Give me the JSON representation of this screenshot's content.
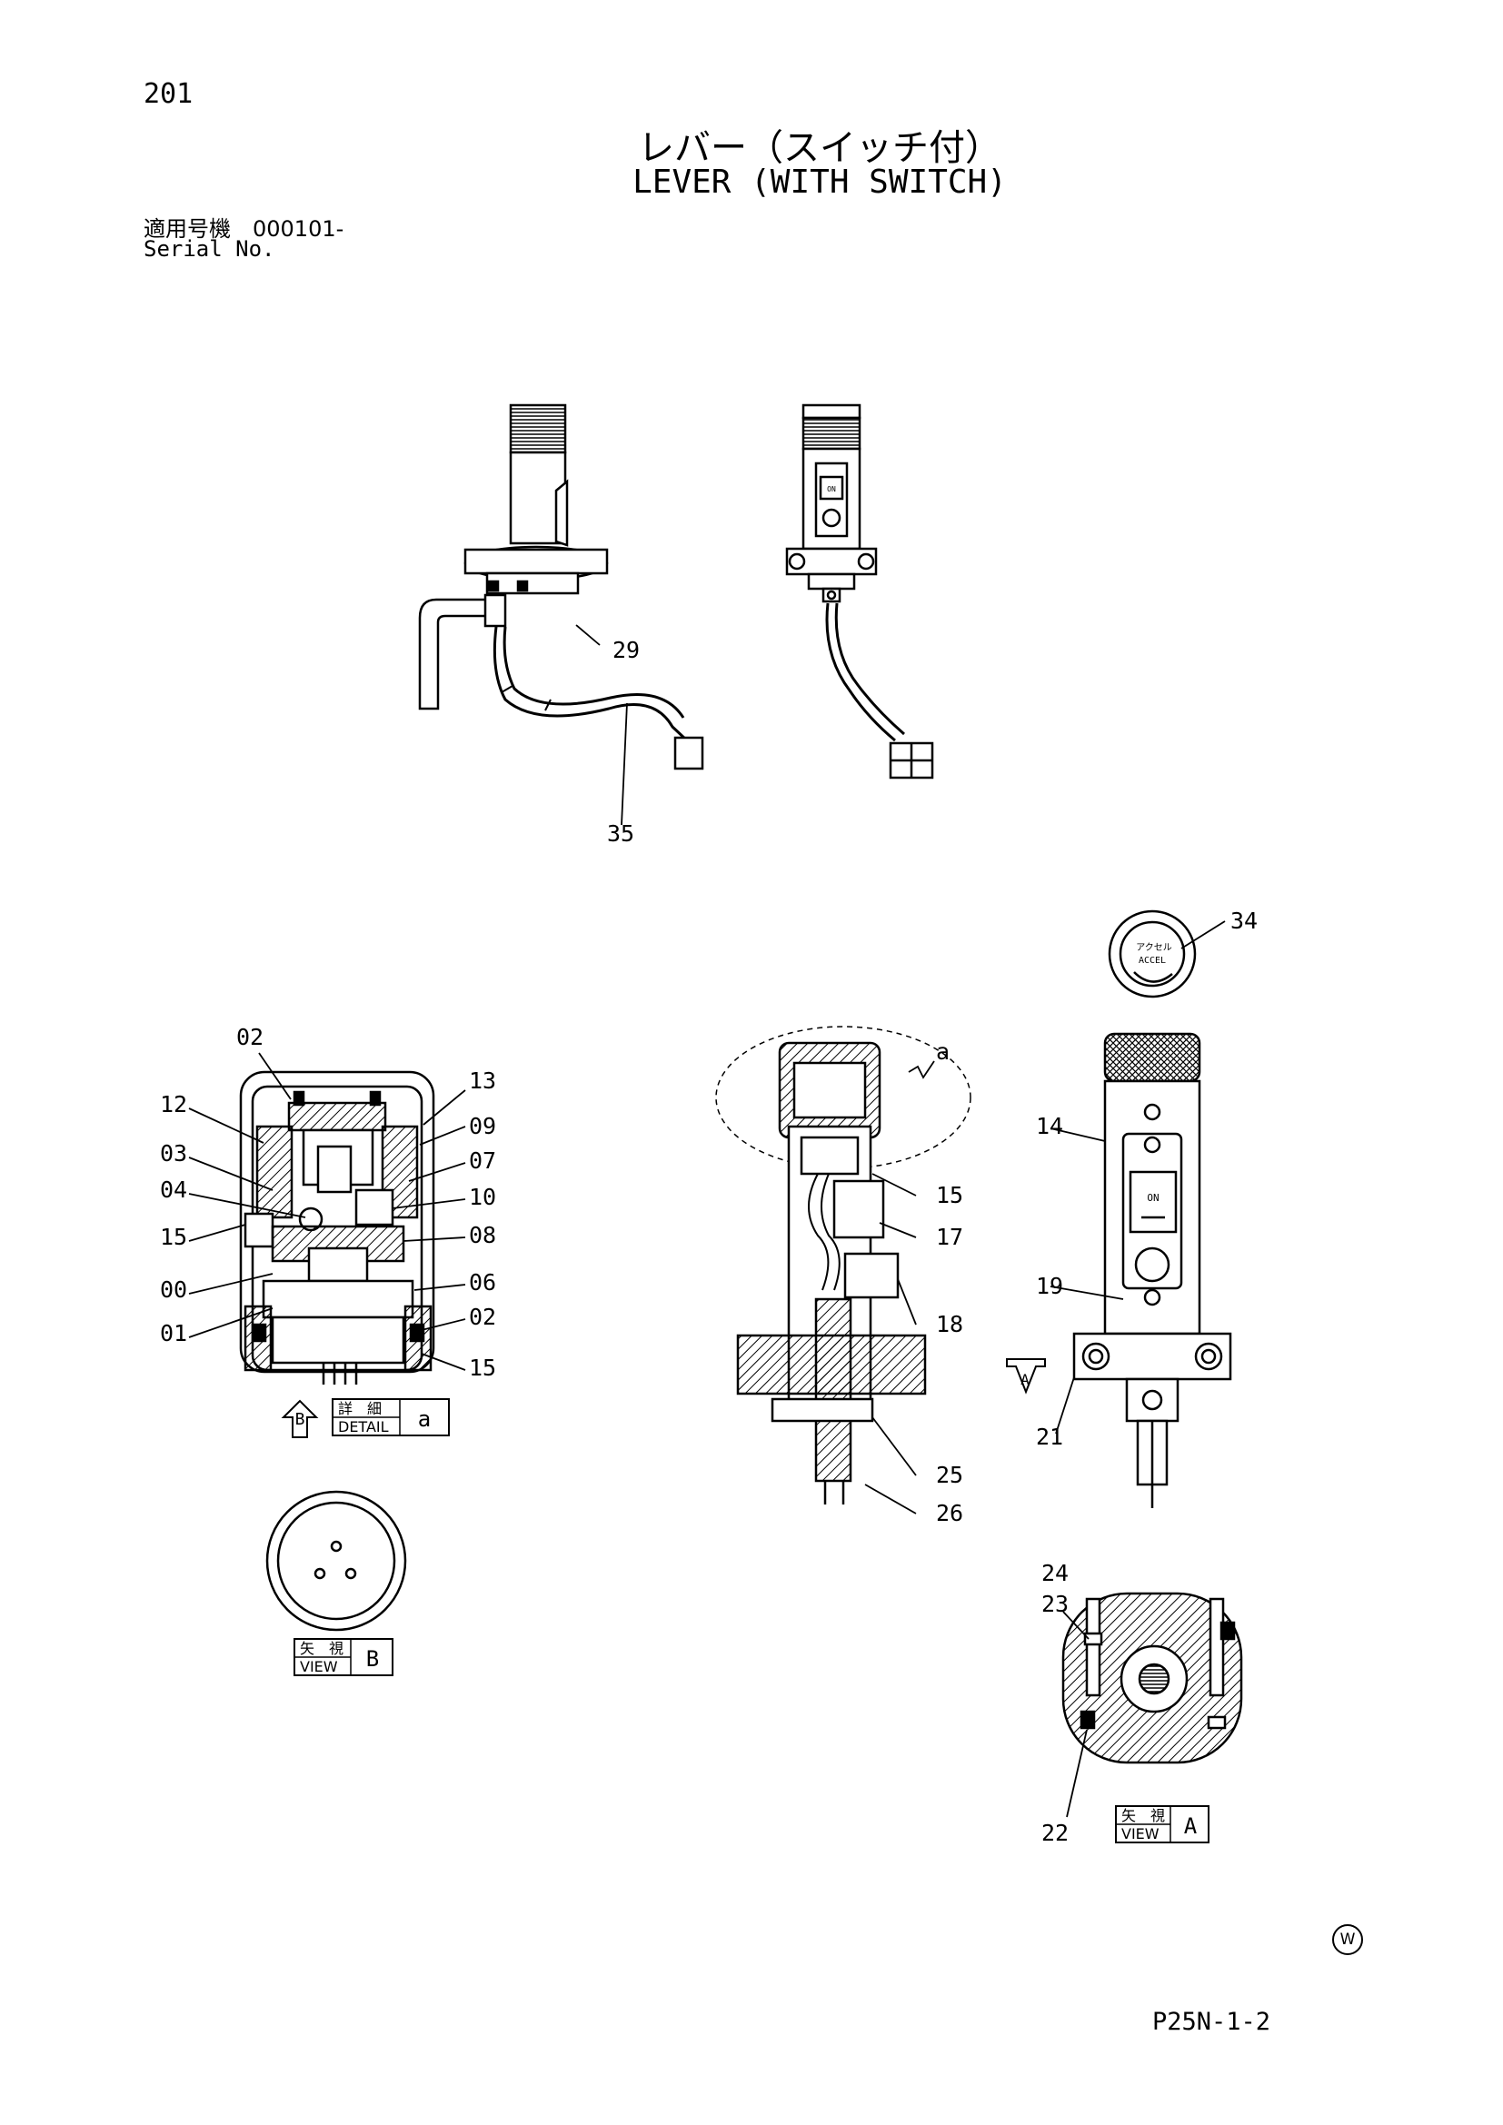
{
  "header": {
    "page_number": "201",
    "title_jp": "レバー（スイッチ付）",
    "title_en": "LEVER (WITH SWITCH)",
    "serial_jp": "適用号機　000101-",
    "serial_en": "Serial No."
  },
  "callouts": [
    "29",
    "35",
    "34",
    "02",
    "13",
    "12",
    "09",
    "03",
    "07",
    "04",
    "10",
    "15",
    "08",
    "00",
    "06",
    "01",
    "02",
    "15",
    "15",
    "17",
    "18",
    "25",
    "26",
    "14",
    "19",
    "21",
    "24",
    "23",
    "22",
    "a"
  ],
  "boxes": {
    "detail_jp": "詳　細",
    "detail_en": "DETAIL",
    "detail_letter": "a",
    "viewb_jp": "矢　視",
    "viewb_en": "VIEW",
    "viewb_letter": "B",
    "viewa_jp": "矢　視",
    "viewa_en": "VIEW",
    "viewa_letter": "A",
    "arrow_b": "B",
    "arrow_a": "A"
  },
  "part_text": {
    "knob_jp": "アクセル",
    "knob_en": "ACCEL",
    "switch_on": "ON",
    "switch_on_small": "ON"
  },
  "footer": {
    "watermark": "W",
    "page_code": "P25N-1-2"
  }
}
